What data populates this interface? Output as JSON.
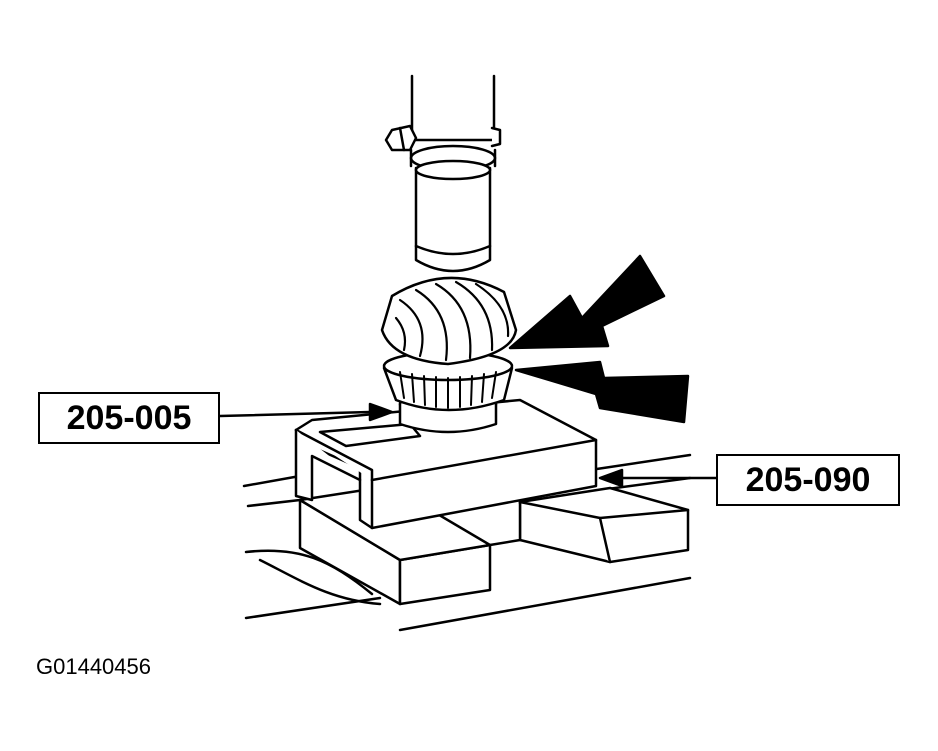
{
  "callouts": {
    "left_label": "205-005",
    "right_label": "205-090"
  },
  "figure_id": "G01440456",
  "colors": {
    "ink": "#000000",
    "paper": "#ffffff"
  }
}
